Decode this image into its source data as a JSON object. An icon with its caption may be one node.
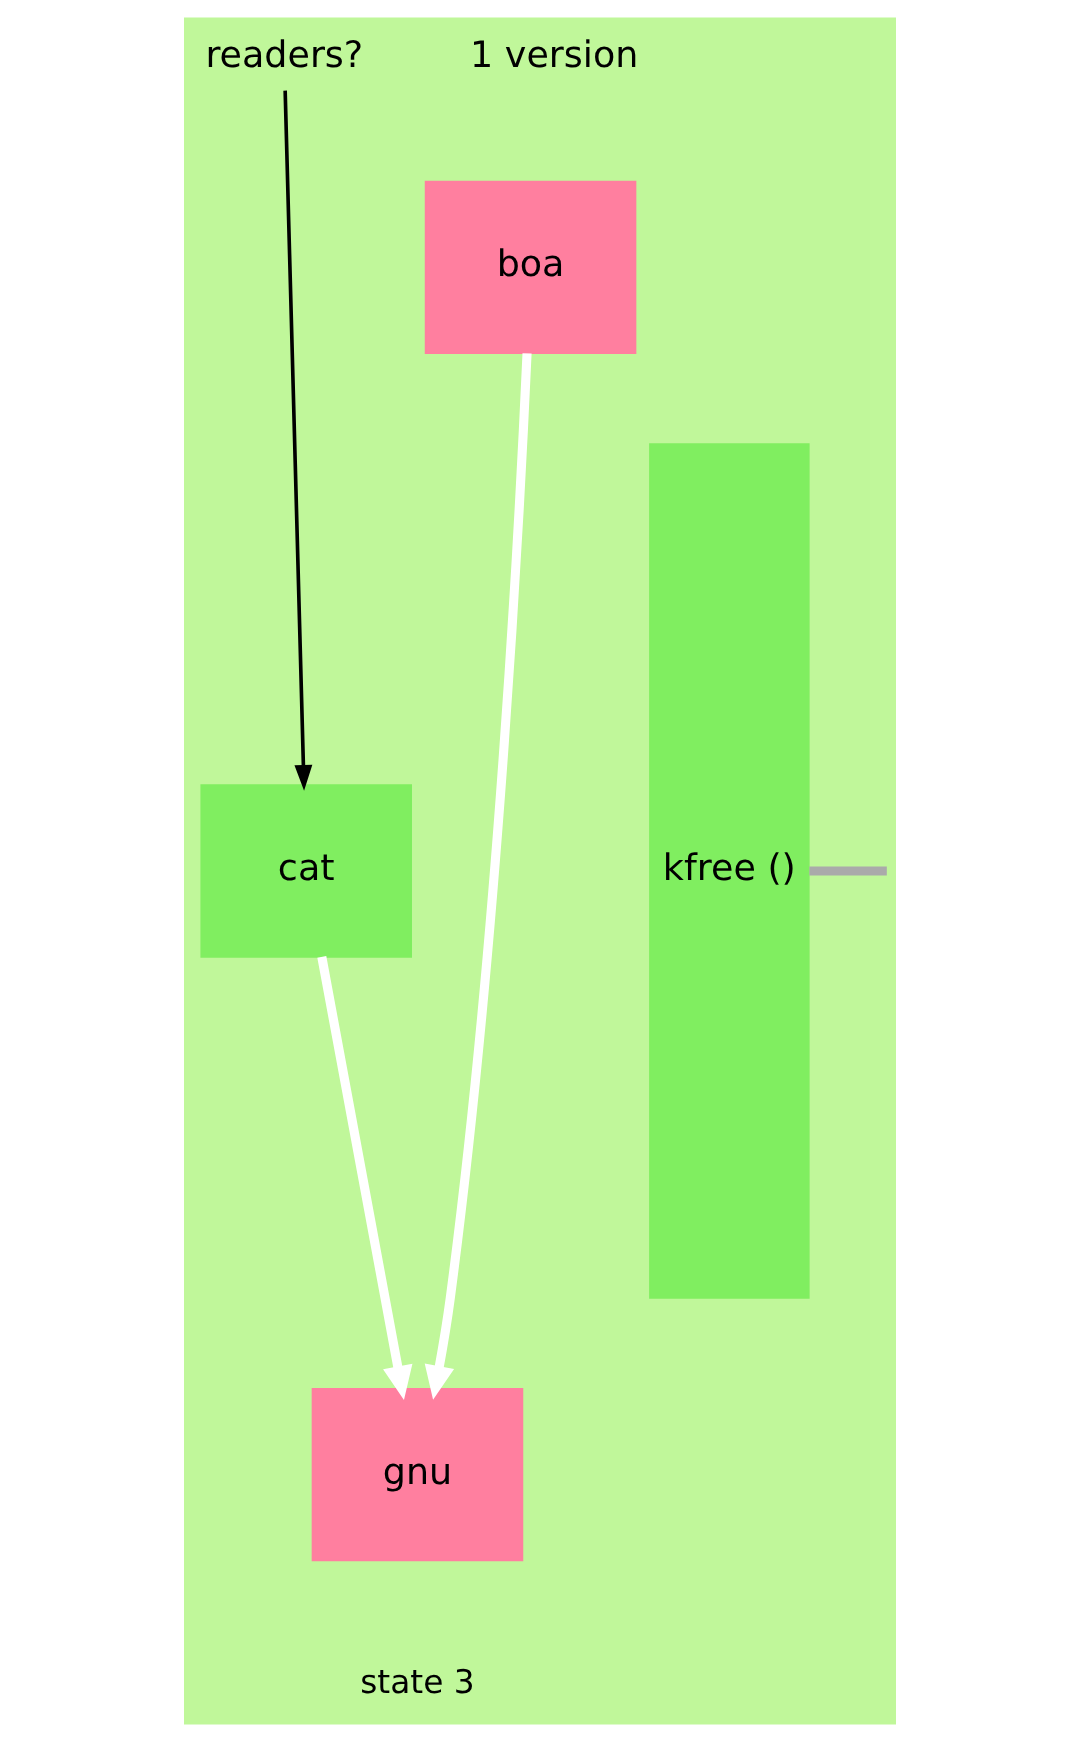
{
  "diagram": {
    "nodes": [
      {
        "text": [
          "readers?"
        ]
      },
      {
        "text": [
          "boa"
        ]
      },
      {
        "text": [
          "cat"
        ]
      },
      {
        "text": [
          "gnu"
        ]
      },
      {
        "text": [
          "kfree ()"
        ]
      }
    ],
    "edges": [
      {
        "from": 0,
        "to": 2,
        "arrow": "to",
        "color": "#000000"
      },
      {
        "from": 1,
        "to": 3,
        "arrow": "to"
      },
      {
        "from": 2,
        "to": 3,
        "arrow": "to"
      },
      {
        "from": 4,
        "to": null,
        "arrow": "none",
        "color": "#aaaaaa"
      }
    ],
    "labels": [
      "1 version",
      "state 3"
    ]
  }
}
